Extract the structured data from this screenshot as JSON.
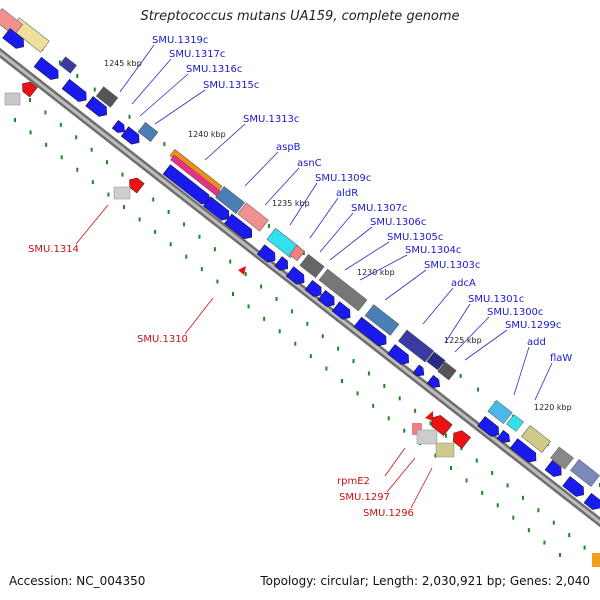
{
  "title": "Streptococcus mutans UA159, complete genome",
  "footer": {
    "accession": "Accession: NC_004350",
    "summary": "Topology: circular; Length: 2,030,921 bp; Genes: 2,040"
  },
  "colors": {
    "cds_forward": "#1a1aee",
    "cds_reverse": "#ee1111",
    "label_forward": "#1a1ad0",
    "label_reverse": "#cc1111",
    "backbone": "#8a8a8a",
    "tick": "#1a8a1a"
  },
  "kbp_markers": [
    "1245 kbp",
    "1240 kbp",
    "1235 kbp",
    "1230 kbp",
    "1225 kbp",
    "1220 kbp"
  ],
  "forward_gene_labels": [
    "SMU.1319c",
    "SMU.1317c",
    "SMU.1316c",
    "SMU.1315c",
    "SMU.1313c",
    "aspB",
    "asnC",
    "SMU.1309c",
    "aldR",
    "SMU.1307c",
    "SMU.1306c",
    "SMU.1305c",
    "SMU.1304c",
    "SMU.1303c",
    "adcA",
    "SMU.1301c",
    "SMU.1300c",
    "SMU.1299c",
    "add",
    "flaW"
  ],
  "reverse_gene_labels": [
    "SMU.1314",
    "SMU.1310",
    "rpmE2",
    "SMU.1297",
    "SMU.1296"
  ]
}
